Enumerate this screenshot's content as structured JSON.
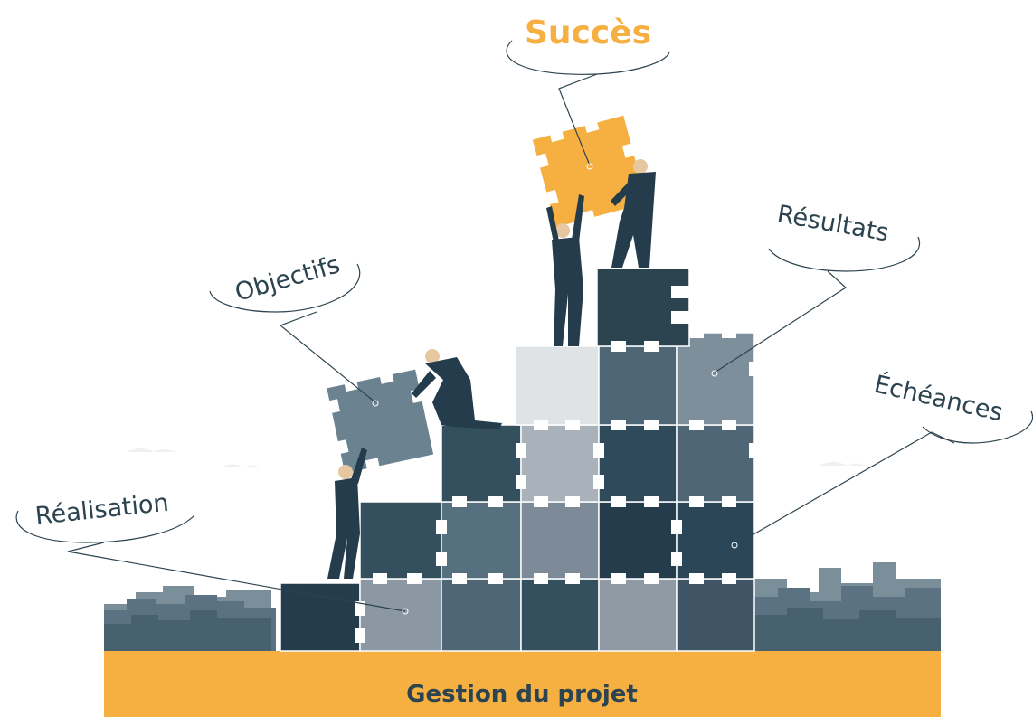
{
  "diagram": {
    "top_label": "Succès",
    "base_label": "Gestion du projet",
    "callouts": {
      "objectifs": "Objectifs",
      "resultats": "Résultats",
      "echeances": "Échéances",
      "realisation": "Réalisation"
    }
  },
  "colors": {
    "accent": "#f6b042",
    "navy": "#2c4350",
    "dark_piece": "#34505f",
    "steel_piece": "#5a7281",
    "gray_piece": "#a9b1ba",
    "light_piece": "#dfe3e6",
    "skyline": "#5a7281"
  }
}
